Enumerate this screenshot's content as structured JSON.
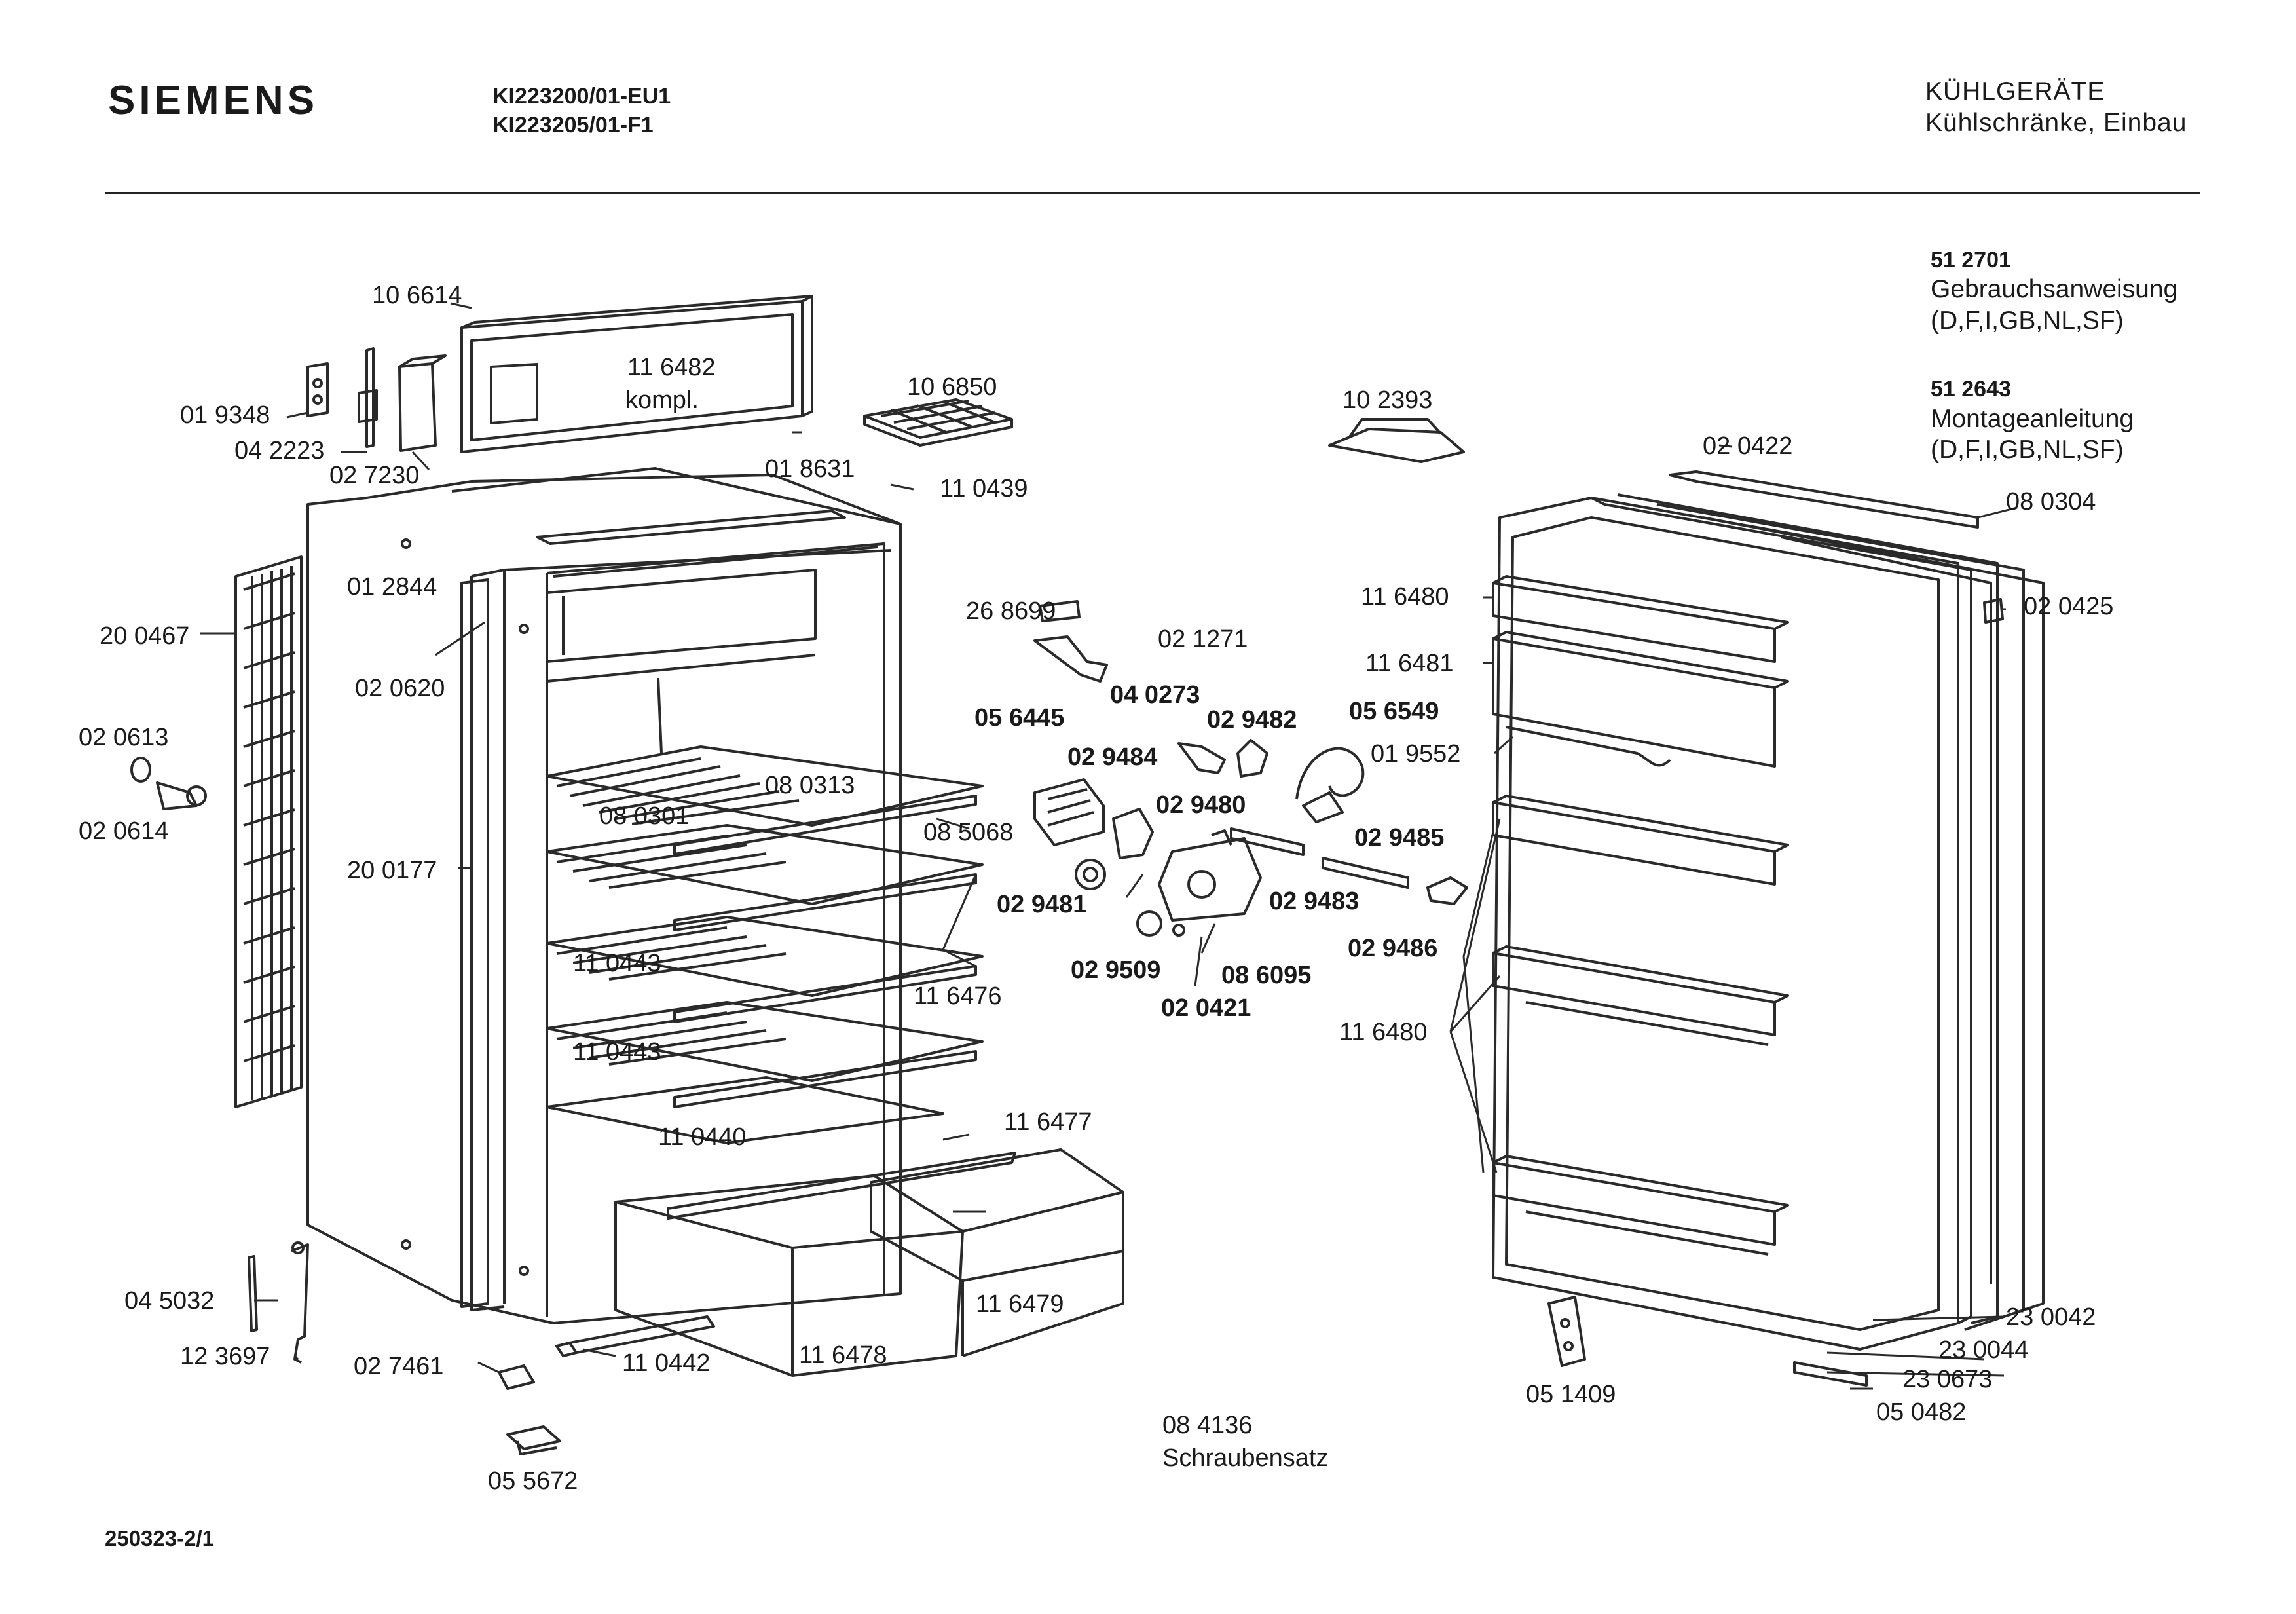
{
  "header": {
    "brand": "SIEMENS",
    "models": [
      "KI223200/01-EU1",
      "KI223205/01-F1"
    ],
    "category": "KÜHLGERÄTE",
    "subcategory": "Kühlschränke, Einbau"
  },
  "documents": [
    {
      "number": "51 2701",
      "title": "Gebrauchsanweisung",
      "languages": "(D,F,I,GB,NL,SF)"
    },
    {
      "number": "51 2643",
      "title": "Montageanleitung",
      "languages": "(D,F,I,GB,NL,SF)"
    }
  ],
  "screw_set": {
    "number": "08 4136",
    "title": "Schraubensatz"
  },
  "footer": {
    "drawing_number": "250323-2/1"
  },
  "part_labels": {
    "p106614": "10 6614",
    "p116482": "11 6482",
    "kompl": "kompl.",
    "p019348": "01 9348",
    "p042223": "04 2223",
    "p027230": "02 7230",
    "p106850": "10 6850",
    "p018631": "01 8631",
    "p110439": "11 0439",
    "p102393": "10 2393",
    "p020422": "02 0422",
    "p080304": "08 0304",
    "p012844": "01 2844",
    "p200467": "20 0467",
    "p020620": "02 0620",
    "p020613": "02 0613",
    "p020614": "02 0614",
    "p268699": "26 8699",
    "p021271": "02 1271",
    "p116480a": "11 6480",
    "p020425": "02 0425",
    "p116481": "11 6481",
    "p040273": "04 0273",
    "p056445": "05 6445",
    "p029482": "02 9482",
    "p056549": "05 6549",
    "p019552": "01 9552",
    "p029484": "02 9484",
    "p080313": "08 0313",
    "p080301": "08 0301",
    "p029480": "02 9480",
    "p085068": "08 5068",
    "p029485": "02 9485",
    "p200177": "20 0177",
    "p029481": "02 9481",
    "p029483": "02 9483",
    "p029486": "02 9486",
    "p110443a": "11 0443",
    "p029509": "02 9509",
    "p086095": "08 6095",
    "p116476": "11 6476",
    "p020421": "02 0421",
    "p116480b": "11 6480",
    "p110443b": "11 0443",
    "p110440": "11 0440",
    "p116477": "11 6477",
    "p045032": "04 5032",
    "p116479": "11 6479",
    "p230042": "23 0042",
    "p123697": "12 3697",
    "p027461": "02 7461",
    "p110442": "11 0442",
    "p116478": "11 6478",
    "p230044": "23 0044",
    "p051409": "05 1409",
    "p230673": "23 0673",
    "p050482": "05 0482",
    "p055672": "05 5672"
  }
}
